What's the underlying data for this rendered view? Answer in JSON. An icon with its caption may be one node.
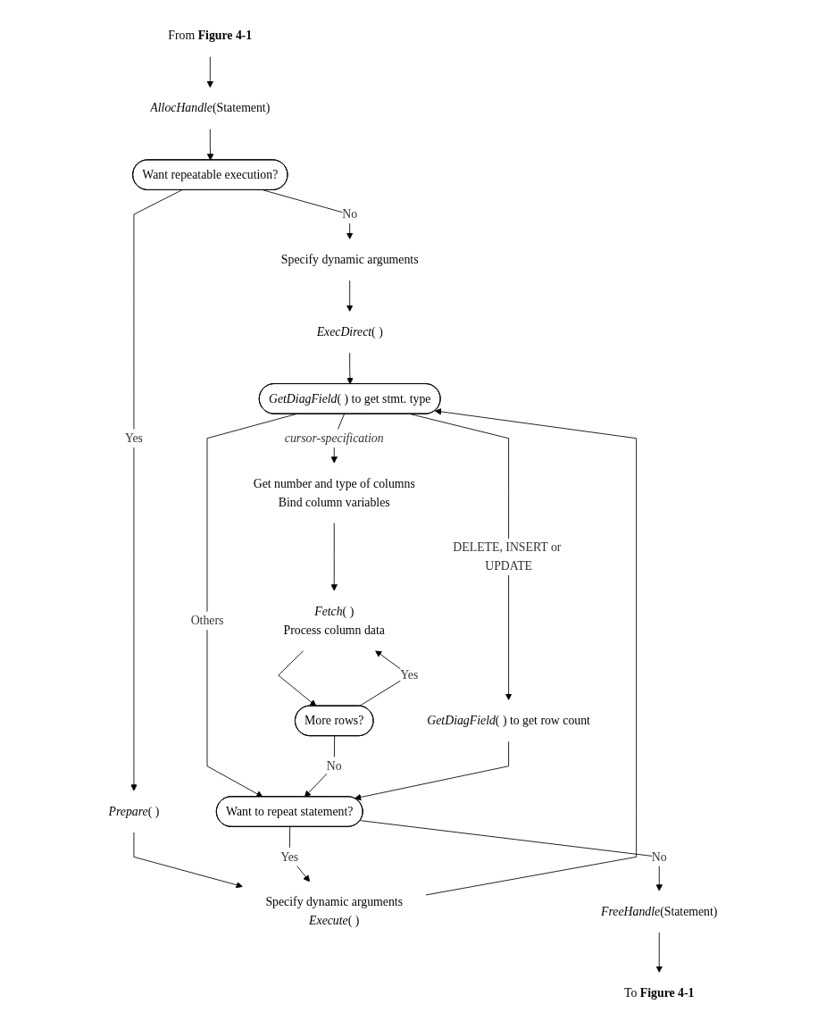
{
  "diagram": {
    "nodes": [
      {
        "text": [
          "From **Figure 4-1**"
        ]
      },
      {
        "text": [
          "*AllocHandle*(Statement)"
        ]
      },
      {
        "text": [
          "Want repeatable execution?"
        ]
      },
      {
        "text": [
          "Specify dynamic arguments"
        ]
      },
      {
        "text": [
          "*ExecDirect*( )"
        ]
      },
      {
        "text": [
          "*Prepare*( )"
        ]
      },
      {
        "text": [
          "Specify dynamic arguments",
          "*Execute*( )"
        ]
      },
      {
        "text": [
          "*GetDiagField*( ) to get stmt. type"
        ]
      },
      {
        "text": [
          "Get number and type of columns",
          "Bind column variables"
        ]
      },
      {
        "text": [
          "*Fetch*( )",
          "Process column data"
        ]
      },
      {
        "text": [
          "More rows?"
        ]
      },
      {
        "text": [
          "*GetDiagField*( ) to get row count"
        ]
      },
      {
        "text": [
          "Want to repeat statement?"
        ]
      },
      {
        "text": [
          "*FreeHandle*(Statement)"
        ]
      },
      {
        "text": [
          "To **Figure 4-1**"
        ]
      }
    ],
    "edges": [
      {
        "from": 0,
        "to": 1,
        "arrow": "to"
      },
      {
        "from": 1,
        "to": 2,
        "arrow": "to"
      },
      {
        "from": 2,
        "to": 3,
        "label": "No",
        "arrow": "to"
      },
      {
        "from": 2,
        "to": 5,
        "label": "Yes",
        "arrow": "to"
      },
      {
        "from": 3,
        "to": 4,
        "arrow": "to"
      },
      {
        "from": 5,
        "to": 6,
        "arrow": "to"
      },
      {
        "from": 4,
        "to": 7,
        "arrow": "to"
      },
      {
        "from": 6,
        "to": 7,
        "arrow": "to"
      },
      {
        "from": 7,
        "to": 8,
        "label": "*cursor-specification*",
        "arrow": "to"
      },
      {
        "from": 7,
        "to": 12,
        "label": "Others",
        "arrow": "to"
      },
      {
        "from": 7,
        "to": 11,
        "label": "DELETE, INSERT or UPDATE",
        "arrow": "to"
      },
      {
        "from": 8,
        "to": 9,
        "arrow": "to"
      },
      {
        "from": 9,
        "to": 10,
        "arrow": "to"
      },
      {
        "from": 10,
        "to": 9,
        "label": "Yes",
        "arrow": "to"
      },
      {
        "from": 10,
        "to": 12,
        "label": "No",
        "arrow": "to"
      },
      {
        "from": 11,
        "to": 12,
        "arrow": "to"
      },
      {
        "from": 12,
        "to": 6,
        "label": "Yes",
        "arrow": "to"
      },
      {
        "from": 12,
        "to": 13,
        "label": "No",
        "arrow": "to"
      },
      {
        "from": 13,
        "to": 14,
        "arrow": "to"
      }
    ]
  }
}
